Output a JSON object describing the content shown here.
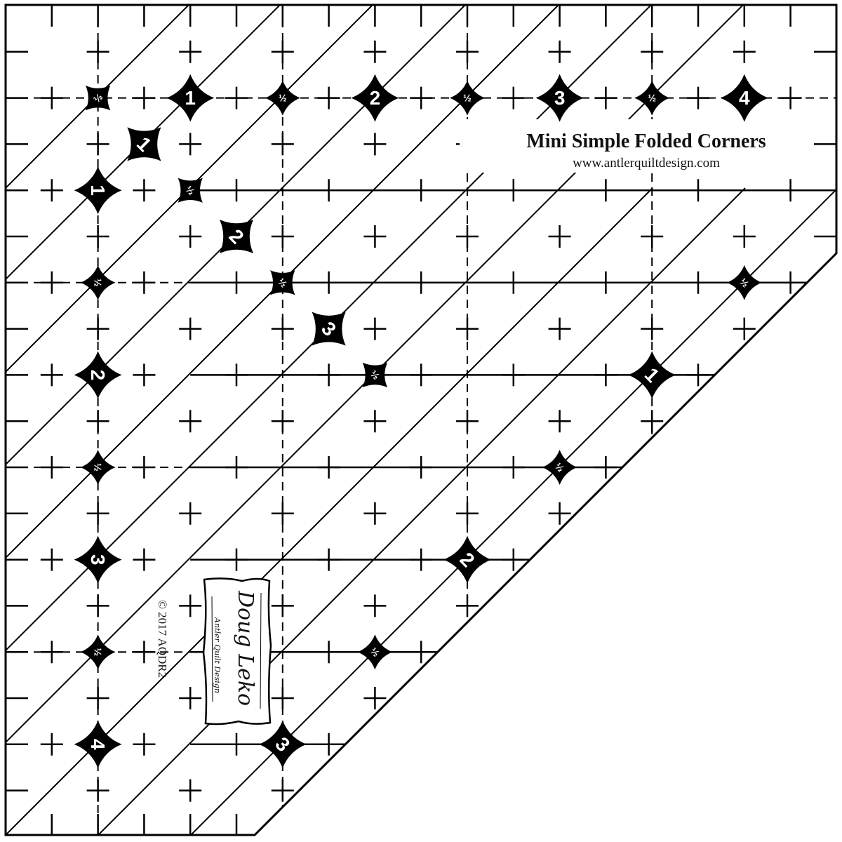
{
  "title": "Mini Simple Folded Corners",
  "website": "www.antlerquiltdesign.com",
  "copyright": "© 2017 AQDR2",
  "logo": {
    "signature": "Doug Leko",
    "tagline": "Antler Quilt Design"
  },
  "markers": {
    "top_row": [
      "½",
      "1",
      "½",
      "2",
      "½",
      "3",
      "½",
      "4"
    ],
    "left_column": [
      "1",
      "½",
      "2",
      "½",
      "3",
      "½",
      "4"
    ],
    "diagonal": [
      "1",
      "½",
      "2",
      "½",
      "3",
      "½"
    ],
    "edge": [
      "½",
      "1",
      "½",
      "2",
      "½",
      "3"
    ]
  },
  "colors": {
    "ink": "#000000",
    "background": "#ffffff"
  }
}
